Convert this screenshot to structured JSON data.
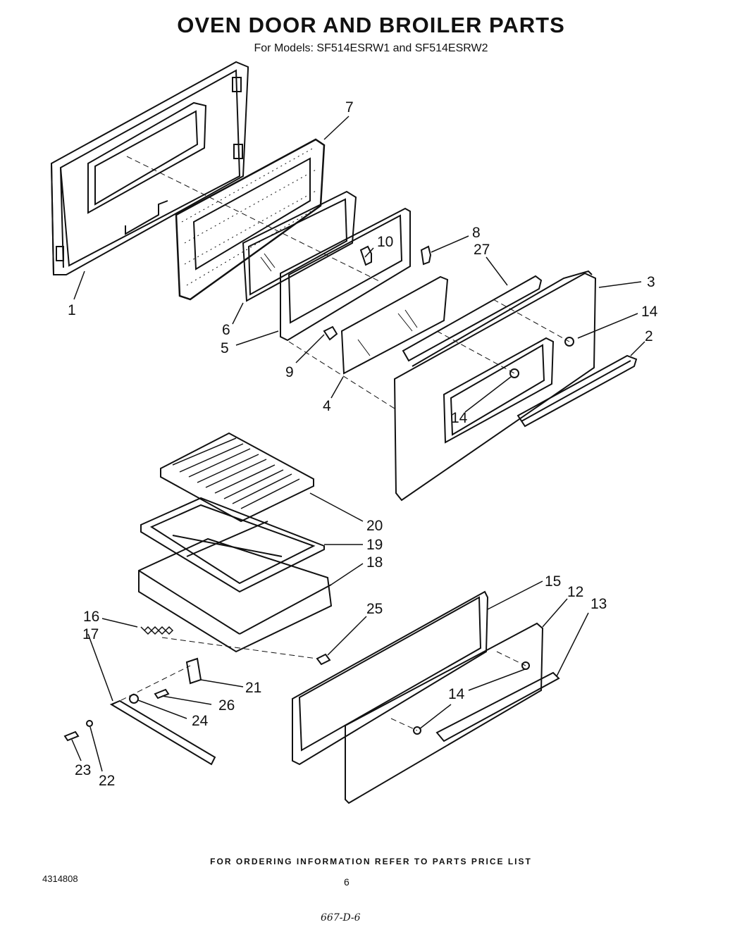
{
  "title": "OVEN DOOR AND BROILER PARTS",
  "subtitle": "For Models: SF514ESRW1 and SF514ESRW2",
  "footer": "FOR ORDERING INFORMATION REFER TO PARTS PRICE LIST",
  "doc_number": "4314808",
  "page_number": "6",
  "handwritten_note": "667-D-6",
  "callouts": [
    "1",
    "2",
    "3",
    "4",
    "5",
    "6",
    "7",
    "8",
    "9",
    "10",
    "27",
    "14",
    "14",
    "14",
    "14",
    "20",
    "19",
    "18",
    "16",
    "17",
    "25",
    "15",
    "12",
    "13",
    "21",
    "26",
    "24",
    "23",
    "22"
  ]
}
